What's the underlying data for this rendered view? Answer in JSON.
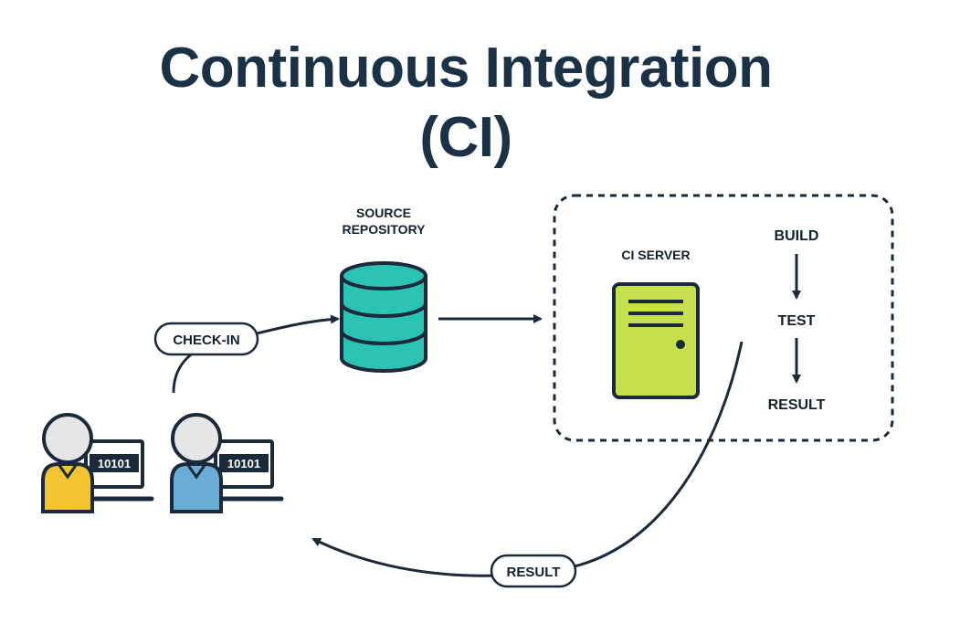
{
  "title": {
    "line1": "Continuous Integration",
    "line2": "(CI)"
  },
  "labels": {
    "source_repository_line1": "SOURCE",
    "source_repository_line2": "REPOSITORY",
    "ci_server": "CI SERVER",
    "check_in": "CHECK-IN",
    "result_pill": "RESULT",
    "developer_screen_1": "10101",
    "developer_screen_2": "10101"
  },
  "pipeline_steps": [
    "BUILD",
    "TEST",
    "RESULT"
  ],
  "colors": {
    "dark": "#1b2a3a",
    "database": "#2bc3b4",
    "server": "#c5e04a",
    "developer_1_shirt": "#f4c433",
    "developer_2_shirt": "#6aaed6",
    "head": "#e6e6e6"
  }
}
